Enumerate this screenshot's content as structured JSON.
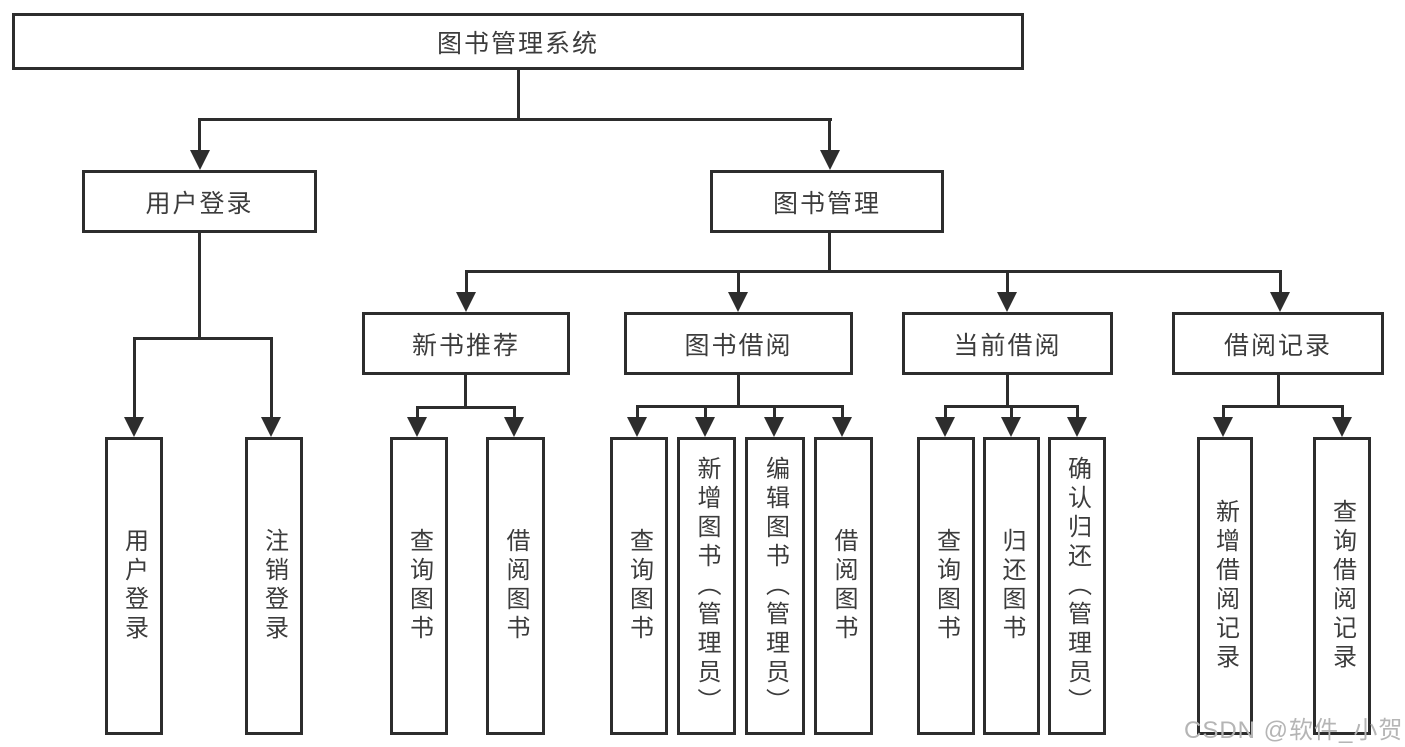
{
  "diagram": {
    "type": "tree",
    "title": "图书管理系统",
    "nodes": {
      "root": {
        "label": "图书管理系统"
      },
      "level2": [
        {
          "label": "用户登录"
        },
        {
          "label": "图书管理"
        }
      ],
      "level3": [
        {
          "label": "新书推荐",
          "parent": "图书管理"
        },
        {
          "label": "图书借阅",
          "parent": "图书管理"
        },
        {
          "label": "当前借阅",
          "parent": "图书管理"
        },
        {
          "label": "借阅记录",
          "parent": "图书管理"
        }
      ],
      "leaves": [
        {
          "label": "用户登录",
          "parent": "用户登录"
        },
        {
          "label": "注销登录",
          "parent": "用户登录"
        },
        {
          "label": "查询图书",
          "parent": "新书推荐"
        },
        {
          "label": "借阅图书",
          "parent": "新书推荐"
        },
        {
          "label": "查询图书",
          "parent": "图书借阅"
        },
        {
          "label": "新增图书（管理员）",
          "parent": "图书借阅"
        },
        {
          "label": "编辑图书（管理员）",
          "parent": "图书借阅"
        },
        {
          "label": "借阅图书",
          "parent": "图书借阅"
        },
        {
          "label": "查询图书",
          "parent": "当前借阅"
        },
        {
          "label": "归还图书",
          "parent": "当前借阅"
        },
        {
          "label": "确认归还（管理员）",
          "parent": "当前借阅"
        },
        {
          "label": "新增借阅记录",
          "parent": "借阅记录"
        },
        {
          "label": "查询借阅记录",
          "parent": "借阅记录"
        }
      ]
    },
    "watermark": "CSDN @软件_小贺同学",
    "colors": {
      "line": "#2d2d2d",
      "text": "#3c3c3c",
      "background": "#ffffff",
      "watermark": "#b5b5b5"
    }
  }
}
